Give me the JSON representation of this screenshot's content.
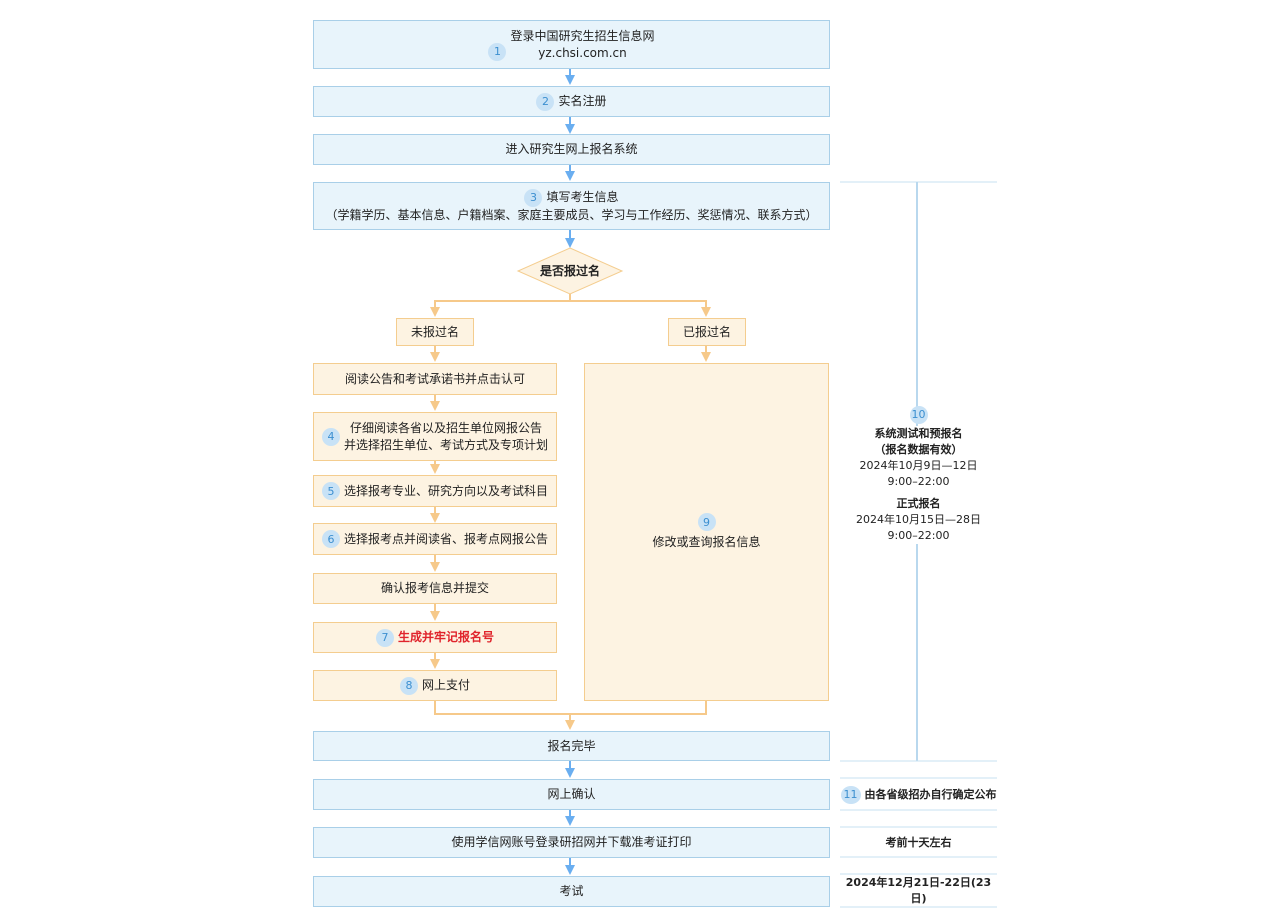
{
  "steps": {
    "s1": {
      "num": "1",
      "line1": "登录中国研究生招生信息网",
      "line2": "yz.chsi.com.cn"
    },
    "s2": {
      "num": "2",
      "label": "实名注册"
    },
    "s_enter": {
      "label": "进入研究生网上报名系统"
    },
    "s3": {
      "num": "3",
      "line1": "填写考生信息",
      "line2": "（学籍学历、基本信息、户籍档案、家庭主要成员、学习与工作经历、奖惩情况、联系方式）"
    },
    "decision": {
      "label": "是否报过名"
    },
    "no_branch": {
      "label": "未报过名"
    },
    "yes_branch": {
      "label": "已报过名"
    },
    "read_notice": {
      "label": "阅读公告和考试承诺书并点击认可"
    },
    "s4": {
      "num": "4",
      "line1": "仔细阅读各省以及招生单位网报公告",
      "line2": "并选择招生单位、考试方式及专项计划"
    },
    "s5": {
      "num": "5",
      "label": "选择报考专业、研究方向以及考试科目"
    },
    "s6": {
      "num": "6",
      "label": "选择报考点并阅读省、报考点网报公告"
    },
    "confirm": {
      "label": "确认报考信息并提交"
    },
    "s7": {
      "num": "7",
      "label": "生成并牢记报名号"
    },
    "s8": {
      "num": "8",
      "label": "网上支付"
    },
    "s9": {
      "num": "9",
      "label": "修改或查询报名信息"
    },
    "done": {
      "label": "报名完毕"
    },
    "online_confirm": {
      "label": "网上确认"
    },
    "print_ticket": {
      "label": "使用学信网账号登录研招网并下载准考证打印"
    },
    "exam": {
      "label": "考试"
    }
  },
  "side": {
    "s10": {
      "num": "10",
      "title": "系统测试和预报名",
      "note": "（报名数据有效）",
      "date1": "2024年10月9日—12日",
      "time1": "9:00–22:00",
      "title2": "正式报名",
      "date2": "2024年10月15日—28日",
      "time2": "9:00–22:00"
    },
    "s11": {
      "num": "11",
      "label": "由各省级招办自行确定公布"
    },
    "print_time": {
      "label": "考前十天左右"
    },
    "exam_date": {
      "label": "2024年12月21日-22日(23日)"
    }
  },
  "colors": {
    "blue_fill": "#e8f4fb",
    "blue_border": "#a9cfe8",
    "orange_fill": "#fdf3e2",
    "orange_border": "#f4cd8f",
    "blue_arrow": "#6aaef0",
    "orange_arrow": "#f6c98a",
    "highlight_red": "#e0242c"
  }
}
